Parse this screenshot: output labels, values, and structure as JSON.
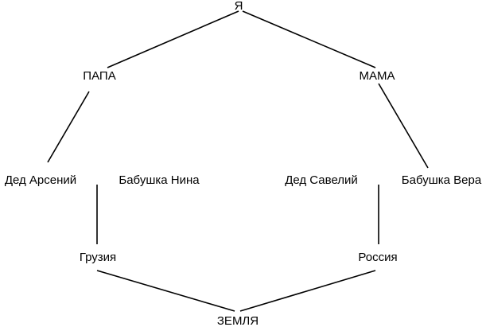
{
  "colors": {
    "background": "#ffffff",
    "line": "#000000",
    "text": "#000000"
  },
  "nodes": {
    "me": "Я",
    "papa": "ПАПА",
    "mama": "МАМА",
    "ded_arseniy": "Дед Арсений",
    "babushka_nina": "Бабушка Нина",
    "ded_saveliy": "Дед Савелий",
    "babushka_vera": "Бабушка Вера",
    "gruziya": "Грузия",
    "rossiya": "Россия",
    "zemlya": "ЗЕМЛЯ"
  },
  "edges": [
    {
      "from": "me",
      "to": "papa"
    },
    {
      "from": "me",
      "to": "mama"
    },
    {
      "from": "papa",
      "to": "ded_arseniy"
    },
    {
      "from": "mama",
      "to": "babushka_vera"
    },
    {
      "from": "babushka_nina",
      "to": "gruziya"
    },
    {
      "from": "ded_saveliy",
      "to": "rossiya"
    },
    {
      "from": "gruziya",
      "to": "zemlya"
    },
    {
      "from": "rossiya",
      "to": "zemlya"
    }
  ]
}
